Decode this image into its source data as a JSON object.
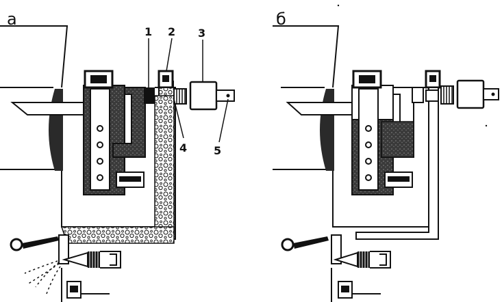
{
  "panels": [
    {
      "id": "a",
      "label": "а"
    },
    {
      "id": "b",
      "label": "б"
    }
  ],
  "callouts": [
    "1",
    "2",
    "3",
    "4",
    "5"
  ],
  "colors": {
    "ink": "#111111",
    "paper": "#ffffff",
    "fill": "#4a4a4a"
  }
}
